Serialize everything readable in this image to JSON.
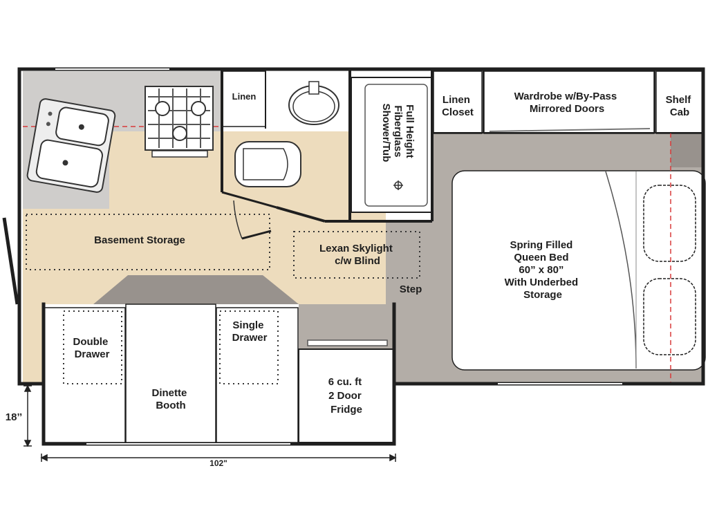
{
  "labels": {
    "linen": "Linen",
    "linen_closet": [
      "Linen",
      "Closet"
    ],
    "wardrobe": [
      "Wardrobe w/By-Pass",
      "Mirrored Doors"
    ],
    "shelf_cab": [
      "Shelf",
      "Cab"
    ],
    "shower": [
      "Full Height",
      "Fiberglass",
      "Shower/Tub"
    ],
    "basement_storage": "Basement Storage",
    "skylight": [
      "Lexan Skylight",
      "c/w Blind"
    ],
    "step": "Step",
    "bed": [
      "Spring Filled",
      "Queen Bed",
      "60” x 80”",
      "With Underbed",
      "Storage"
    ],
    "double_drawer": [
      "Double",
      "Drawer"
    ],
    "single_drawer": [
      "Single",
      "Drawer"
    ],
    "dinette": [
      "Dinette",
      "Booth"
    ],
    "fridge": [
      "6 cu. ft",
      "2 Door",
      "Fridge"
    ]
  },
  "dimensions": {
    "width": "102\"",
    "overhang": "18’’"
  },
  "colors": {
    "floor_tan": "#eddcbd",
    "grey": "#b3ada7",
    "grey_light": "#cfcdcb",
    "grey_dark": "#98928d",
    "wall": "#1f1f1f",
    "white": "#ffffff",
    "red_dash": "#d83a3a"
  }
}
